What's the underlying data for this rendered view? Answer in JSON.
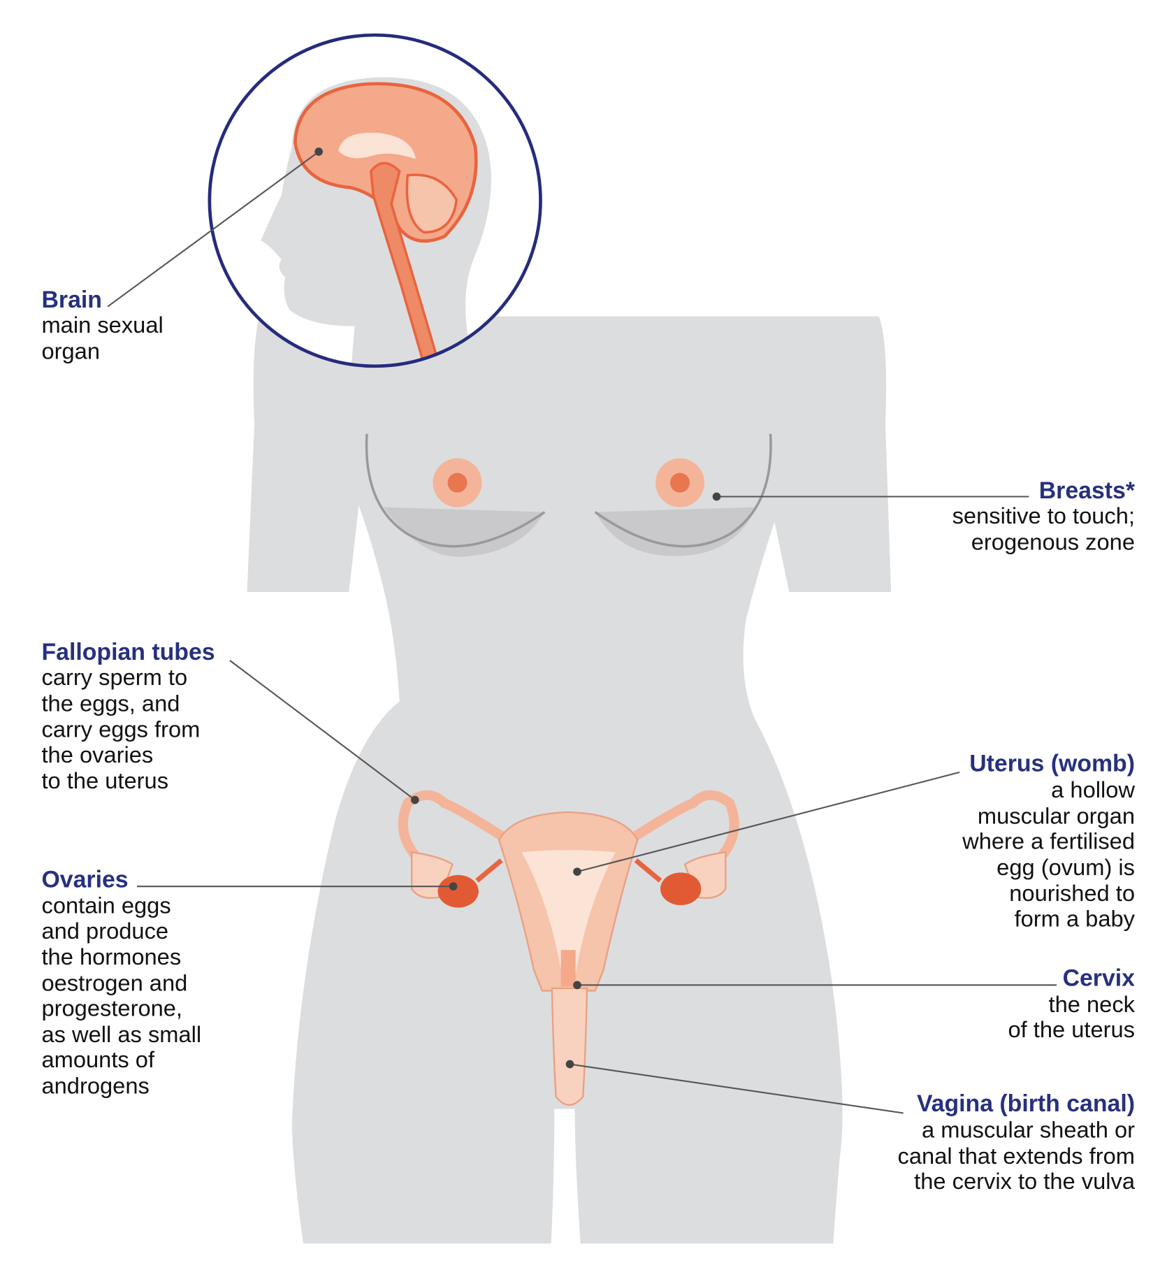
{
  "colors": {
    "label_title": "#27307f",
    "body_silhouette": "#dcdddf",
    "organ_light": "#f6c3ab",
    "organ_dark": "#e8643f",
    "circle_border": "#262b7d"
  },
  "labels": {
    "brain": {
      "title": "Brain",
      "lines": [
        "main sexual",
        "organ"
      ]
    },
    "breasts": {
      "title": "Breasts*",
      "lines": [
        "sensitive to touch;",
        "erogenous zone"
      ]
    },
    "fallopian": {
      "title": "Fallopian tubes",
      "lines": [
        "carry sperm to",
        "the eggs, and",
        "carry eggs from",
        "the ovaries",
        "to the uterus"
      ]
    },
    "ovaries": {
      "title": "Ovaries",
      "lines": [
        "contain eggs",
        "and produce",
        "the hormones",
        "oestrogen and",
        "progesterone,",
        "as well as small",
        "amounts of",
        "androgens"
      ]
    },
    "uterus": {
      "title": "Uterus (womb)",
      "lines": [
        "a hollow",
        "muscular organ",
        "where a fertilised",
        "egg (ovum) is",
        "nourished to",
        "form a baby"
      ]
    },
    "cervix": {
      "title": "Cervix",
      "lines": [
        "the neck",
        "of the uterus"
      ]
    },
    "vagina": {
      "title": "Vagina (birth canal)",
      "lines": [
        "a muscular sheath or",
        "canal that extends from",
        "the cervix to the vulva"
      ]
    }
  }
}
